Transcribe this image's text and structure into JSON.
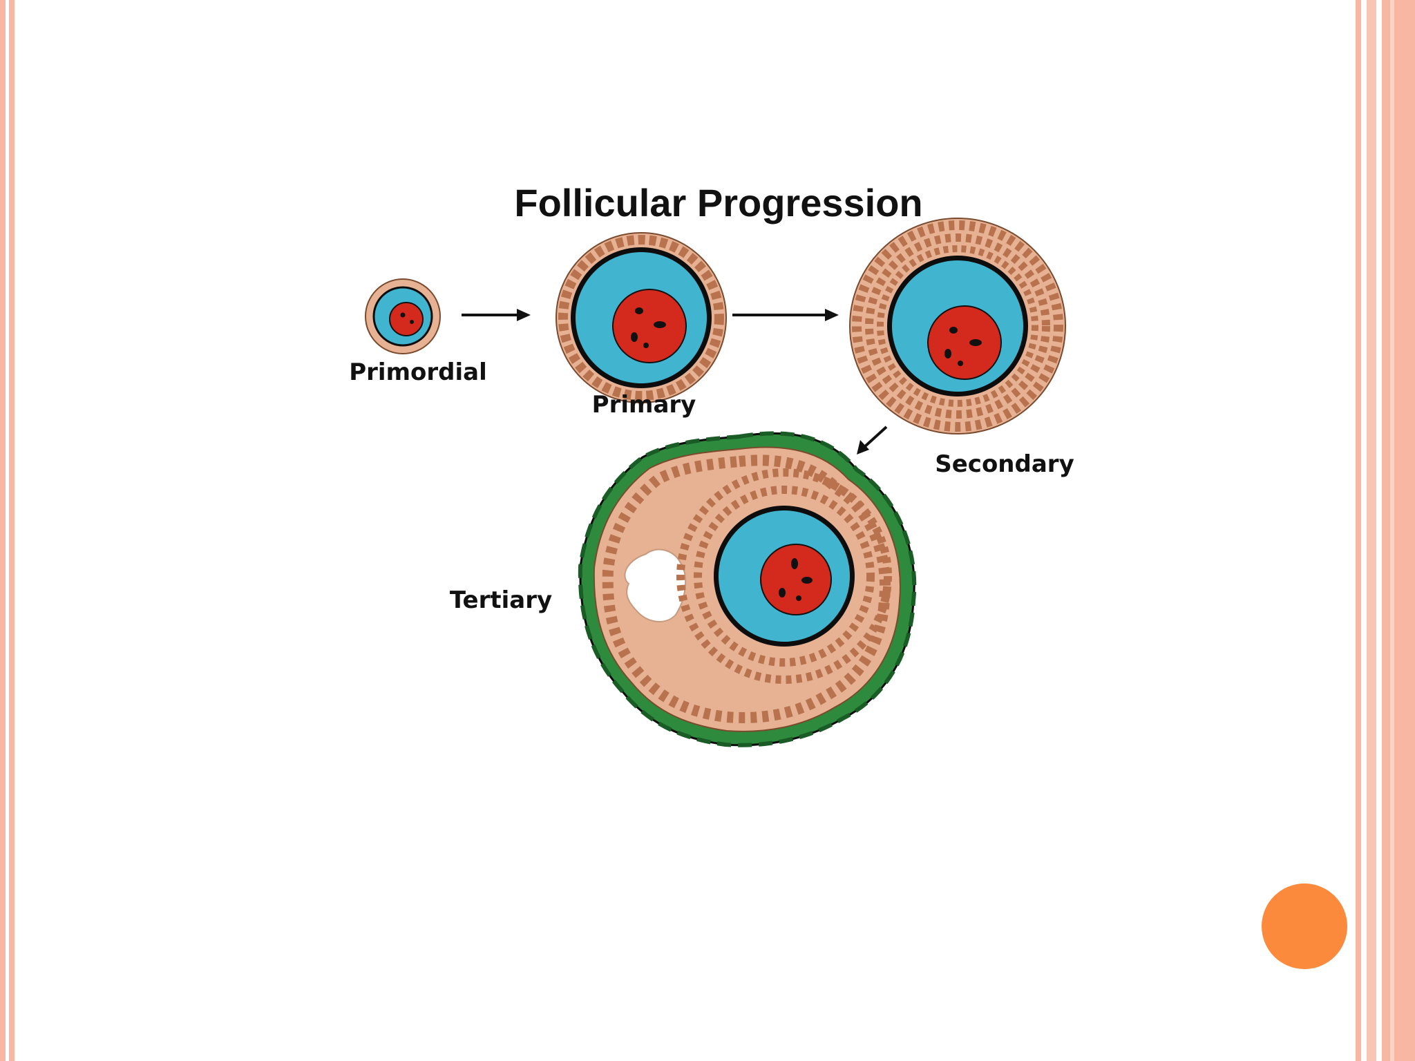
{
  "slide": {
    "title": "Follicular Progression",
    "stages": [
      {
        "label": "Primordial"
      },
      {
        "label": "Primary"
      },
      {
        "label": "Secondary"
      },
      {
        "label": "Tertiary"
      }
    ]
  },
  "colors": {
    "frame": "#f7b7a3",
    "orange_dot": "#fb8a3c",
    "oocyte": "#41b5cf",
    "nucleus": "#d42a1e",
    "granulosa": "#e6b293",
    "theca": "#2e8a3c",
    "zona": "#0d0d0d"
  }
}
